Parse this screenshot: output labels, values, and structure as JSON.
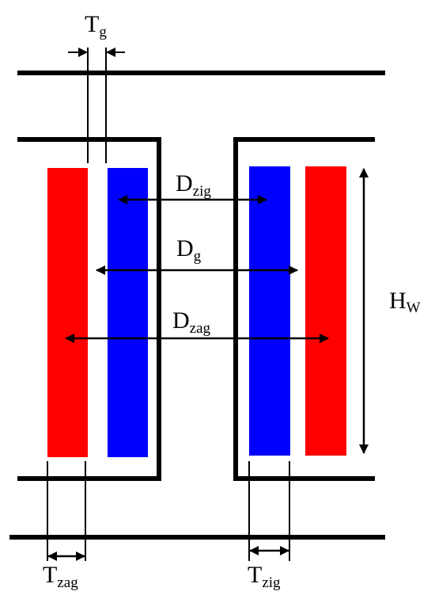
{
  "colors": {
    "outer_winding": "#ff0000",
    "inner_winding": "#0000ff",
    "lines": "#000000",
    "background": "#ffffff"
  },
  "labels": {
    "tg": {
      "main": "T",
      "sub": "g"
    },
    "dzig": {
      "main": "D",
      "sub": "zig"
    },
    "dg": {
      "main": "D",
      "sub": "g"
    },
    "dzag": {
      "main": "D",
      "sub": "zag"
    },
    "hw": {
      "main": "H",
      "sub": "W"
    },
    "tzag": {
      "main": "T",
      "sub": "zag"
    },
    "tzig": {
      "main": "T",
      "sub": "zig"
    }
  }
}
